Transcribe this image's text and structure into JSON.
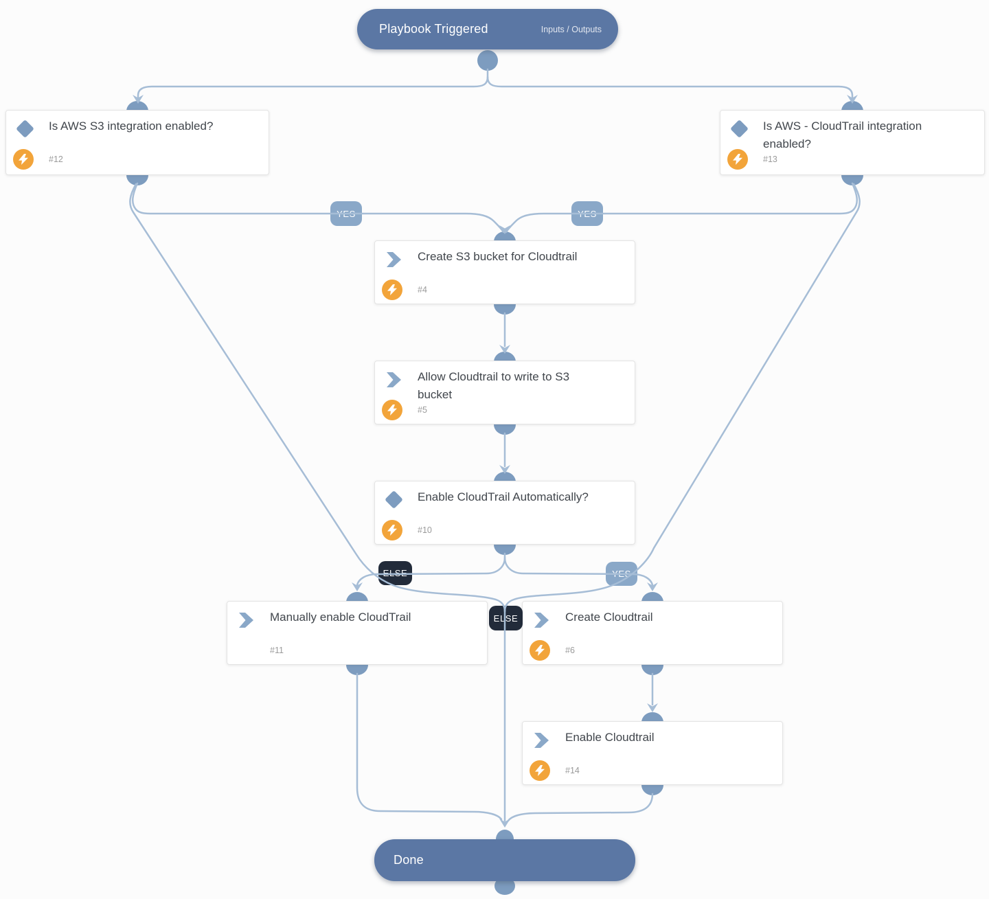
{
  "trigger": {
    "title": "Playbook Triggered",
    "links_label": "Inputs / Outputs"
  },
  "done": {
    "title": "Done"
  },
  "labels": {
    "yes": "YES",
    "else": "ELSE"
  },
  "tasks": {
    "t12": {
      "id": "#12",
      "title": "Is AWS S3 integration enabled?",
      "type": "condition"
    },
    "t13": {
      "id": "#13",
      "title": "Is AWS - CloudTrail integration enabled?",
      "type": "condition"
    },
    "t4": {
      "id": "#4",
      "title": "Create S3 bucket for Cloudtrail",
      "type": "automation"
    },
    "t5": {
      "id": "#5",
      "title": "Allow Cloudtrail to write to S3 bucket",
      "type": "automation"
    },
    "t10": {
      "id": "#10",
      "title": "Enable CloudTrail Automatically?",
      "type": "condition"
    },
    "t11": {
      "id": "#11",
      "title": "Manually enable CloudTrail",
      "type": "manual"
    },
    "t6": {
      "id": "#6",
      "title": "Create Cloudtrail",
      "type": "automation"
    },
    "t14": {
      "id": "#14",
      "title": "Enable Cloudtrail",
      "type": "automation"
    }
  },
  "colors": {
    "terminal_bg": "#5b77a4",
    "edge": "#a6bdd6",
    "connector": "#7d9cbf",
    "yes_badge_bg": "#8aa8c8",
    "else_badge_bg": "#222b3a",
    "task_icon": "#8aa8c8",
    "condition_icon": "#7d9cbf",
    "automation_icon_bg": "#f2a43a",
    "card_title_text": "#41464c",
    "card_id_text": "#9b9b9b"
  }
}
